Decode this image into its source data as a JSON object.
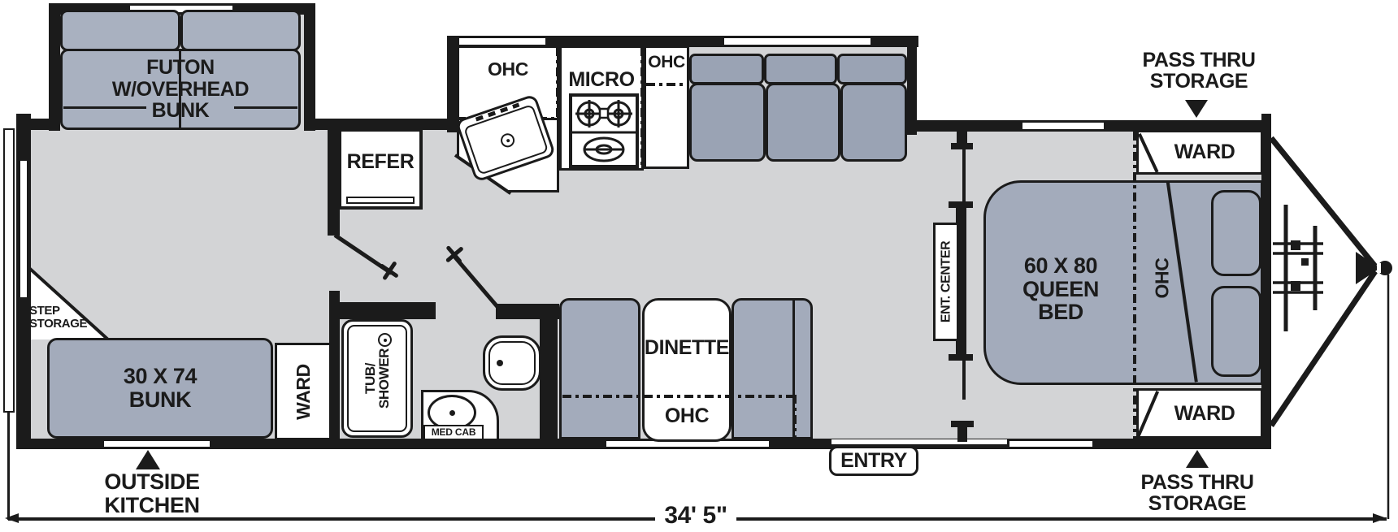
{
  "diagram": {
    "type": "travel-trailer-floorplan",
    "length_dimension": "34' 5\""
  },
  "colors": {
    "wall": "#1b1b1b",
    "floor": "#d3d4d6",
    "furniture": "#a3abbb",
    "sofa": "#9aa3b4",
    "background": "#ffffff"
  },
  "labels": {
    "futon": "FUTON\nW/OVERHEAD\nBUNK",
    "refer": "REFER",
    "kitchen_ohc_left": "OHC",
    "micro": "MICRO",
    "kitchen_ohc_right": "OHC",
    "dinette": "DINETTE",
    "dinette_ohc": "OHC",
    "ent_center": "ENT. CENTER",
    "queen_bed": "60 X 80\nQUEEN\nBED",
    "bed_ohc": "OHC",
    "ward_top": "WARD",
    "ward_bottom": "WARD",
    "bath_ward": "WARD",
    "tub_shower": "TUB/\nSHOWER",
    "med_cab": "MED CAB",
    "bunk": "30 X 74\nBUNK",
    "step_storage": "STEP\nSTORAGE",
    "entry": "ENTRY",
    "outside_kitchen": "OUTSIDE\nKITCHEN",
    "pass_thru_storage_top": "PASS THRU\nSTORAGE",
    "pass_thru_storage_bottom": "PASS THRU\nSTORAGE",
    "length": "34' 5\""
  }
}
